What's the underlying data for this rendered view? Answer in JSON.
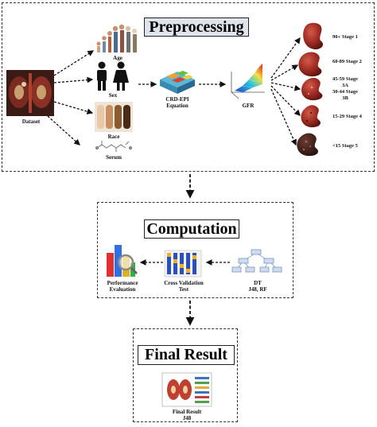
{
  "preprocessing": {
    "title": "Preprocessing",
    "dataset_label": "Dataset",
    "inputs": [
      "Age",
      "Sex",
      "Race",
      "Serum"
    ],
    "equation_label_1": "CRD-EPI",
    "equation_label_2": "Equation",
    "gfr_label": "GFR",
    "stages": [
      {
        "line1": "90+ Stage 1",
        "line2": "",
        "line3": ""
      },
      {
        "line1": "60-89 Stage 2",
        "line2": "",
        "line3": ""
      },
      {
        "line1": "45-59 Stage",
        "line2": "3A",
        "line3": ""
      },
      {
        "line1": "30-44 Stage",
        "line2": "3B",
        "line3": ""
      },
      {
        "line1": "15-29 Stage 4",
        "line2": "",
        "line3": ""
      },
      {
        "line1": "<15 Stage 5",
        "line2": "",
        "line3": ""
      }
    ]
  },
  "computation": {
    "title": "Computation",
    "performance_label_1": "Performance",
    "performance_label_2": "Evaluation",
    "cv_label_1": "Cross Validation",
    "cv_label_2": "Test",
    "dt_label_1": "DT",
    "dt_label_2": "J48, RF"
  },
  "final": {
    "title": "Final Result",
    "label_1": "Final Result",
    "label_2": "J48"
  },
  "colors": {
    "border": "#333333",
    "title_bg": "#dfe3ec",
    "kidney": "#9c2a22"
  }
}
